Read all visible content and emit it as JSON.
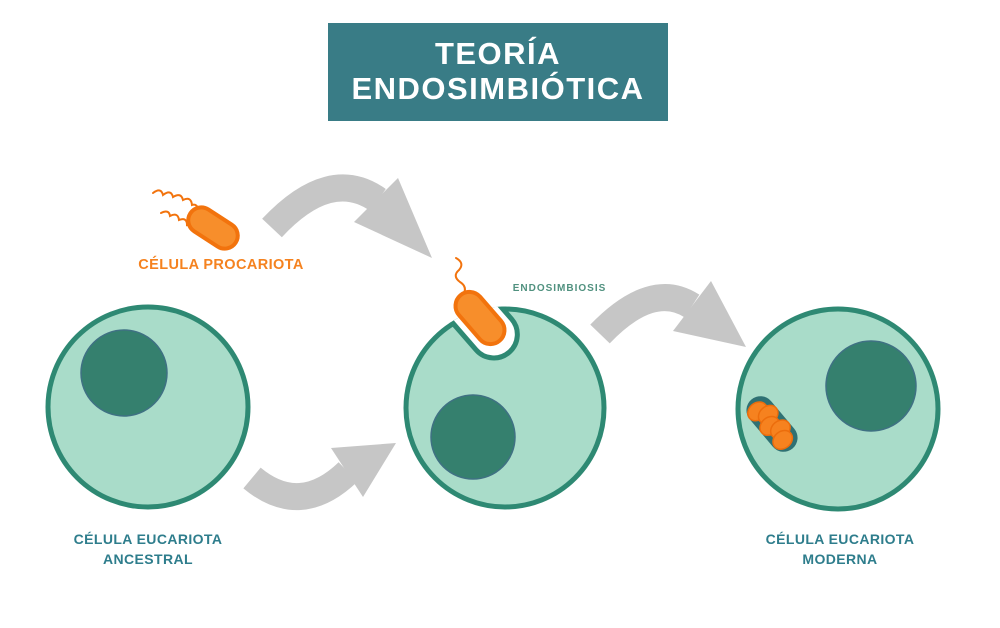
{
  "title": {
    "line1": "TEORÍA",
    "line2": "ENDOSIMBIÓTICA"
  },
  "labels": {
    "prokaryote": "CÉLULA PROCARIOTA",
    "endosymbiosis": "endosimbiosis",
    "ancestral_line1": "CÉLULA EUCARIOTA",
    "ancestral_line2": "ANCESTRAL",
    "modern_line1": "CÉLULA EUCARIOTA",
    "modern_line2": "MODERNA"
  },
  "icons": {
    "prokaryote_bacterium": "orange capsule with wavy flagella",
    "engulfed_bacterium": "orange capsule entering cell membrane pocket",
    "ancestral_eukaryote_cell": "mint circle with dark teal nucleus",
    "modern_eukaryote_cell": "mint circle with nucleus and mitochondrion",
    "mitochondrion": "dark teal capsule with orange lobes",
    "curved_arrow": "thick gray curved arrow"
  },
  "colors": {
    "banner_background": "#397C86",
    "banner_text": "#FFFFFF",
    "cell_fill": "#A9DCC9",
    "cell_border": "#2E8973",
    "nucleus_fill": "#35806E",
    "nucleus_rim": "#3F7183",
    "prokaryote_fill": "#F78E2B",
    "prokaryote_outline": "#F2730D",
    "mitochondrion_body": "#2F7173",
    "mitochondrion_lobes": "#F6821F",
    "label_orange": "#F5821F",
    "label_teal": "#2E7D8C",
    "label_endosymbiosis": "#50917F",
    "arrow_gray": "#C6C6C6",
    "pocket_fill": "#FFFFFF"
  }
}
